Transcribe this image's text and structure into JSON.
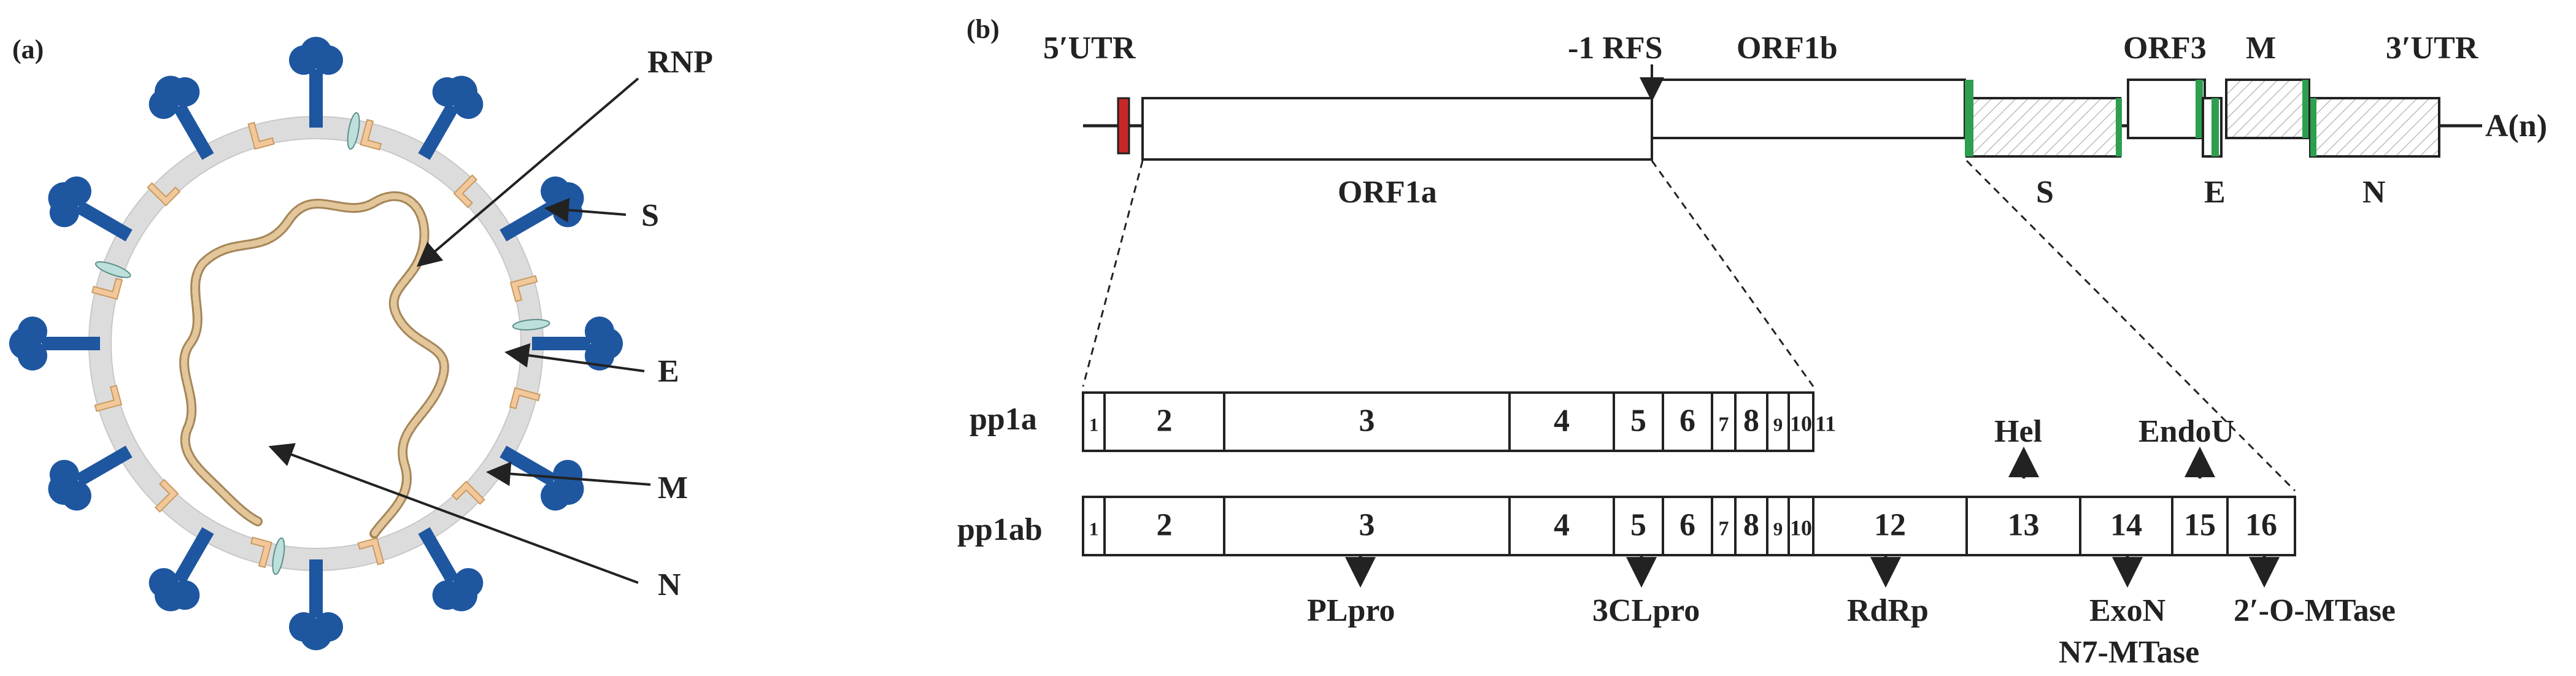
{
  "panel_a": {
    "label": "(a)",
    "callouts": {
      "rnp": "RNP",
      "s": "S",
      "e": "E",
      "m": "M",
      "n": "N"
    }
  },
  "panel_b": {
    "label": "(b)",
    "genome": {
      "utr5": "5′UTR",
      "rfs": "-1 RFS",
      "orf1b": "ORF1b",
      "orf3": "ORF3",
      "m": "M",
      "utr3": "3′UTR",
      "orf1a": "ORF1a",
      "s": "S",
      "e": "E",
      "n": "N",
      "polya": "A(n)"
    },
    "pp1a": {
      "label": "pp1a",
      "segments": [
        "1",
        "2",
        "3",
        "4",
        "5",
        "6",
        "7",
        "8",
        "9",
        "10",
        "11"
      ]
    },
    "pp1ab": {
      "label": "pp1ab",
      "segments": [
        "1",
        "2",
        "3",
        "4",
        "5",
        "6",
        "7",
        "8",
        "9",
        "10",
        "12",
        "13",
        "14",
        "15",
        "16"
      ]
    },
    "enzymes_down": {
      "plpro": "PLpro",
      "clpro": "3CLpro",
      "rdrp": "RdRp",
      "exon": "ExoN",
      "n7mtase": "N7-MTase",
      "omtase": "2′-O-MTase"
    },
    "enzymes_up": {
      "hel": "Hel",
      "endou": "EndoU"
    }
  },
  "colors": {
    "spike": "#1e56a0",
    "membrane": "#f2c89b",
    "envelope": "#bde0dc",
    "rnp": "#d9b88a",
    "utr_marker": "#c62828",
    "junction_marker": "#2e9e4f",
    "envelope_ring": "#dcdcdc"
  }
}
